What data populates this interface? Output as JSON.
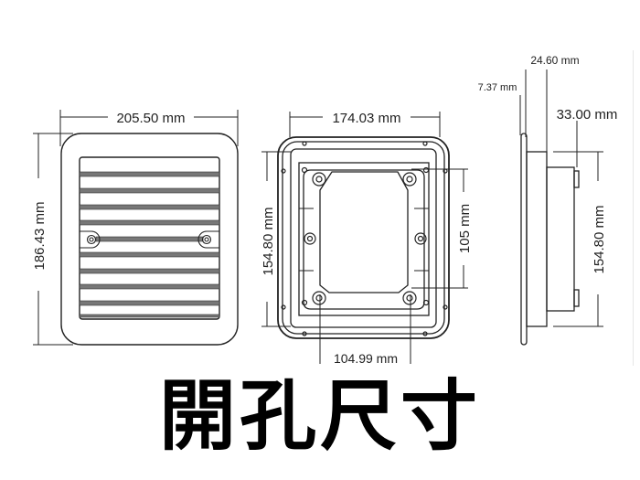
{
  "title": "開孔尺寸",
  "front_view": {
    "width_label": "205.50 mm",
    "height_label": "186.43 mm"
  },
  "back_view": {
    "width_label": "174.03 mm",
    "height_label": "154.80 mm",
    "hole_spacing_vertical_label": "105 mm",
    "hole_spacing_horizontal_label": "104.99 mm"
  },
  "side_view": {
    "flange_label": "7.37 mm",
    "depth_label": "24.60 mm",
    "total_depth_label": "33.00 mm",
    "height_label": "154.80 mm"
  },
  "colors": {
    "line": "#222222",
    "slat": "#777777",
    "background": "#ffffff"
  }
}
